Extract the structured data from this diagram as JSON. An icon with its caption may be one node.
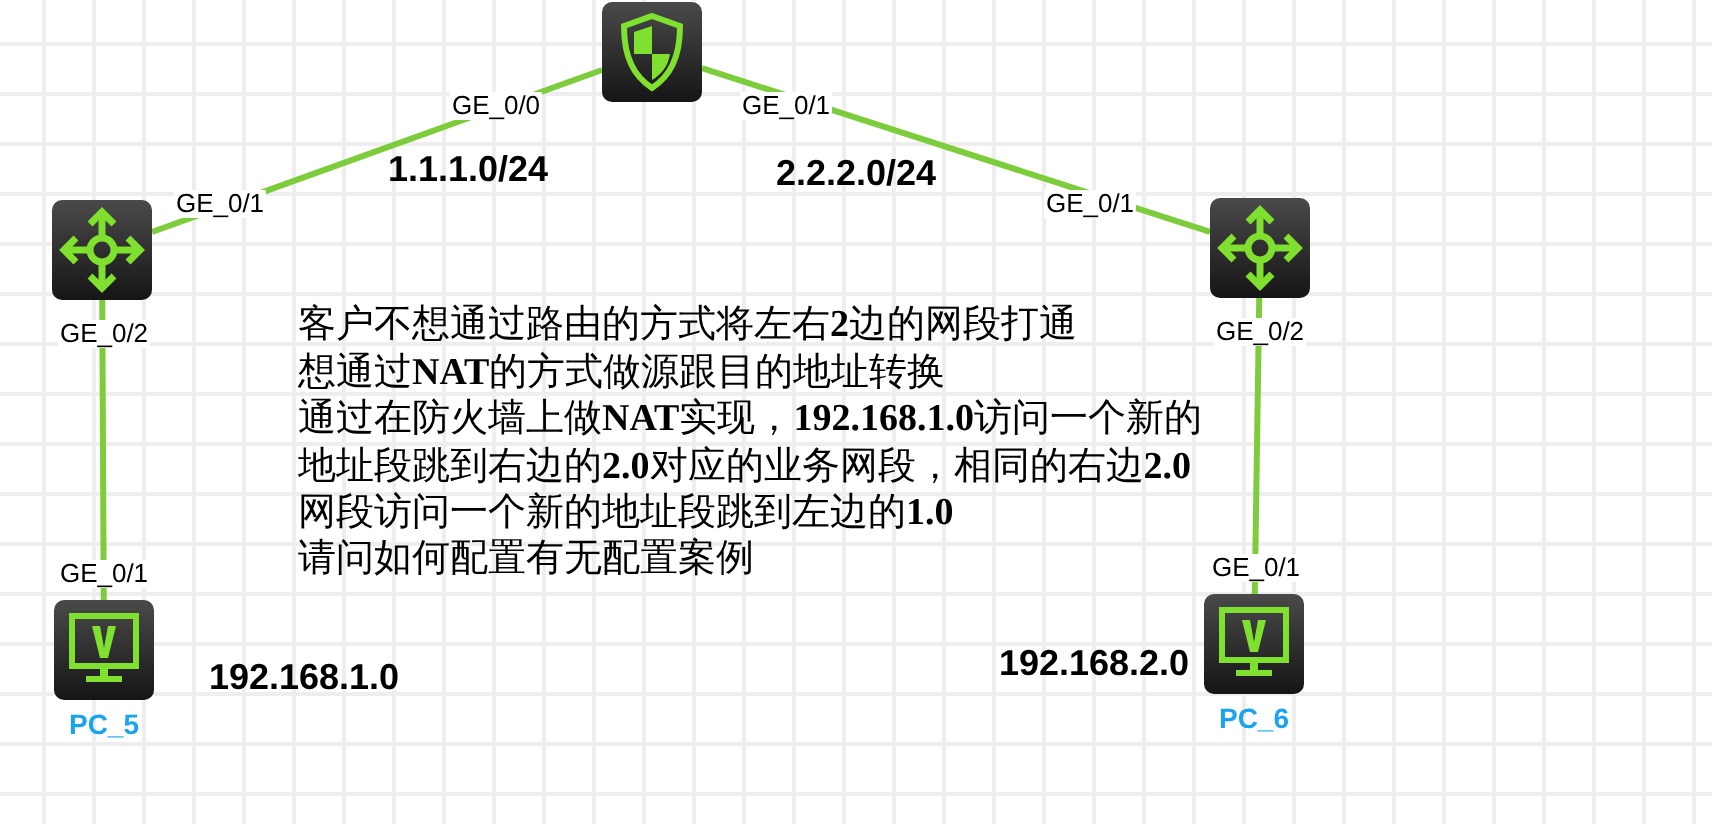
{
  "diagram": {
    "nodes": [
      {
        "text": [],
        "shape": "box"
      },
      {
        "text": [],
        "shape": "box"
      },
      {
        "text": [],
        "shape": "box"
      },
      {
        "text": [
          "PC_5"
        ]
      },
      {
        "text": [
          "PC_6"
        ]
      }
    ],
    "edges": [
      {
        "from": 0,
        "to": 1,
        "arrow": "none"
      },
      {
        "from": 0,
        "to": 2,
        "arrow": "none"
      },
      {
        "from": 1,
        "to": 3,
        "arrow": "none"
      },
      {
        "from": 2,
        "to": 4,
        "arrow": "none"
      }
    ],
    "labels": [
      "GE_0/0",
      "GE_0/1",
      "1.1.1.0/24",
      "2.2.2.0/24",
      "GE_0/1",
      "GE_0/1",
      "GE_0/2",
      "GE_0/2",
      "客户不想通过路由的方式将左右**2**边的网段打通",
      "想通过**NAT**的方式做源跟目的地址转换",
      "通过在防火墙上做**NAT**实现，**192.168.1.0**访问一个新的地址段跳到右边的**2.0**对应的业务网段，相同的右边**2.0**网段访问一个新的地址段跳到左边的**1.0**",
      "请问如何配置有无配置案例",
      "GE_0/1",
      "GE_0/1",
      "192.168.1.0",
      "192.168.2.0"
    ]
  }
}
